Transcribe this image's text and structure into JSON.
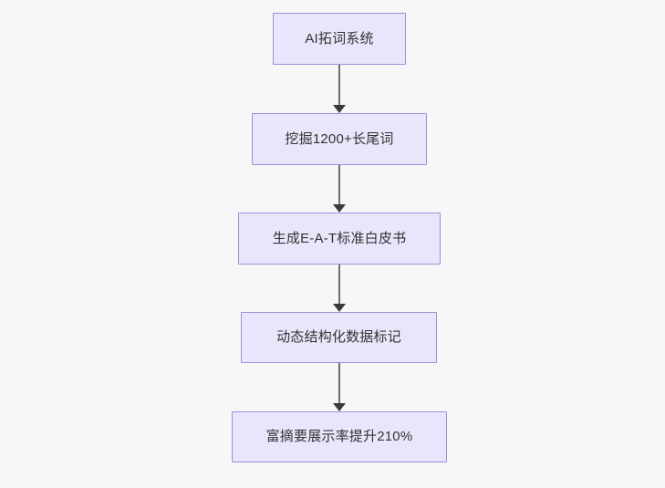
{
  "diagram": {
    "title": "AI SEO content pipeline flowchart",
    "orientation": "top-to-bottom",
    "background_color": "#f7f7f8",
    "node_fill_color": "#e9e6fb",
    "node_border_color": "#a78bd8",
    "node_text_color": "#333333",
    "connector_color": "#707070",
    "arrowhead_color": "#3b3b3b",
    "nodes": [
      {
        "id": "n1",
        "label": "AI拓词系统"
      },
      {
        "id": "n2",
        "label": "挖掘1200+长尾词"
      },
      {
        "id": "n3",
        "label": "生成E-A-T标准白皮书"
      },
      {
        "id": "n4",
        "label": "动态结构化数据标记"
      },
      {
        "id": "n5",
        "label": "富摘要展示率提升210%"
      }
    ],
    "edges": [
      {
        "id": "e1",
        "from": "n1",
        "to": "n2",
        "label": ""
      },
      {
        "id": "e2",
        "from": "n2",
        "to": "n3",
        "label": ""
      },
      {
        "id": "e3",
        "from": "n3",
        "to": "n4",
        "label": ""
      },
      {
        "id": "e4",
        "from": "n4",
        "to": "n5",
        "label": ""
      }
    ]
  }
}
